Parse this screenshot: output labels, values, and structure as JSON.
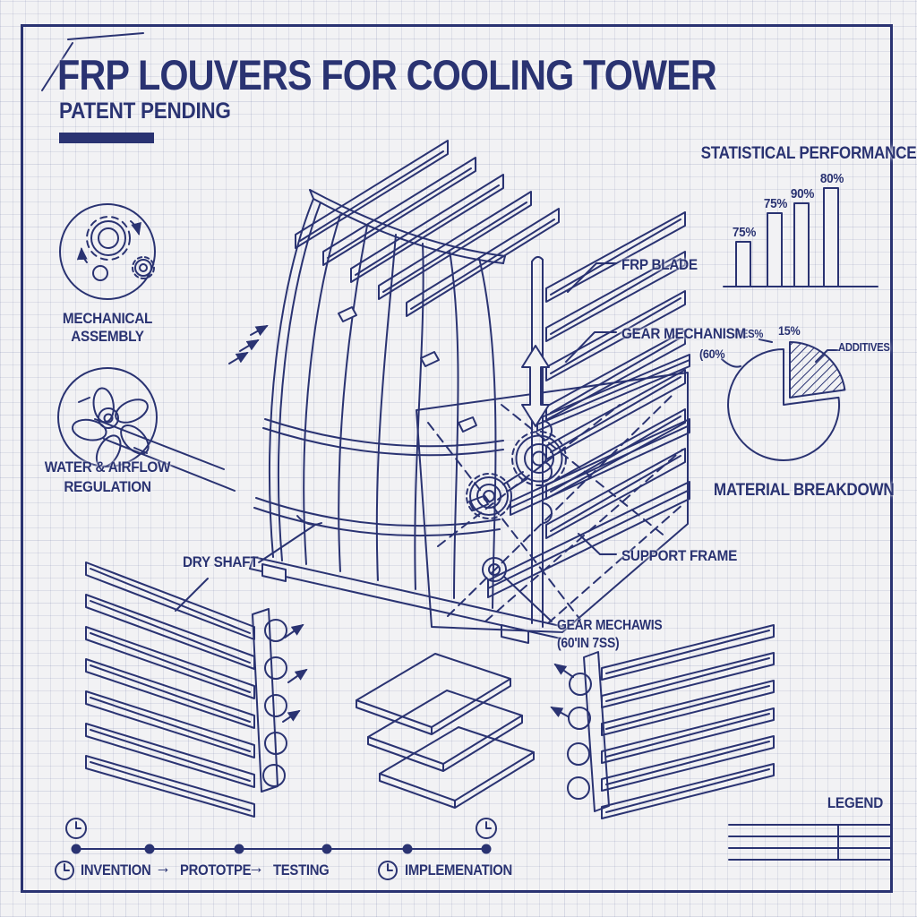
{
  "colors": {
    "ink": "#2a3372",
    "paper": "#f2f2f4",
    "grid": "#d7d9e3"
  },
  "header": {
    "title": "FRP LOUVERS FOR COOLING TOWER",
    "subtitle": "PATENT PENDING"
  },
  "side_icons": {
    "items": [
      {
        "icon": "gears-icon",
        "line1": "MECHANICAL",
        "line2": "ASSEMBLY"
      },
      {
        "icon": "fan-icon",
        "line1": "WATER & AIRFLOW",
        "line2": "REGULATION"
      }
    ]
  },
  "chart_data": [
    {
      "type": "bar",
      "title": "STATISTICAL PERFORMANCE",
      "categories": [
        "bar-1",
        "bar-2",
        "bar-3",
        "bar-4"
      ],
      "values": [
        75,
        75,
        90,
        80
      ],
      "value_labels": [
        "75%",
        "75%",
        "90%",
        "80%"
      ],
      "ylim": [
        0,
        100
      ],
      "grid": false,
      "legend_position": "none",
      "note": "outlined blueprint bars rising left to right above a single baseline"
    },
    {
      "type": "pie",
      "title": "MATERIAL BREAKDOWN",
      "slices": [
        {
          "label": "ADDITIVES",
          "value": 15,
          "style": "hatched",
          "exploded": true
        },
        {
          "label": "RES%",
          "value": 60,
          "style": "outline"
        }
      ],
      "labels": {
        "top": "15%",
        "left": "(60%",
        "upper_left": "RES%",
        "right": "ADDITIVES"
      }
    }
  ],
  "callouts": {
    "frp_blade": "FRP BLADE",
    "gear_mechanism": "GEAR MECHANISM",
    "support_frame": "SUPPORT FRAME",
    "gear_mechawis_line1": "GEAR MECHAWIS",
    "gear_mechawis_line2": "(60'IN 7SS)",
    "dry_shaft": "DRY SHAFT"
  },
  "legend": {
    "title": "LEGEND"
  },
  "timeline": {
    "arrow": "→",
    "steps": [
      {
        "icon": "clock-icon",
        "label": "INVENTION"
      },
      {
        "label": "PROTOTPE"
      },
      {
        "label": "TESTING"
      },
      {
        "icon": "clock-icon",
        "label": "IMPLEMENATION"
      }
    ]
  }
}
